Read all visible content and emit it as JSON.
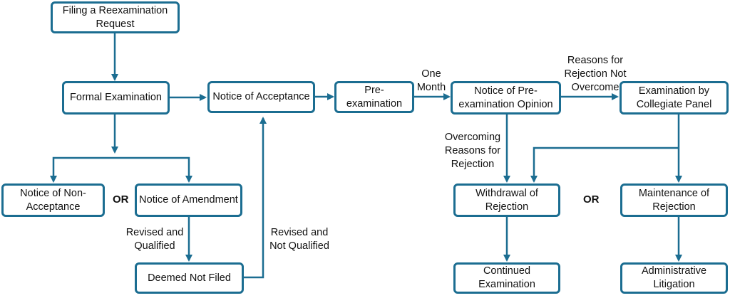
{
  "colors": {
    "stroke": "#1b6d91",
    "text": "#111111",
    "background": "#ffffff"
  },
  "nodes": {
    "filing": "Filing a Reexamination Request",
    "formal": "Formal Examination",
    "acceptance": "Notice of Acceptance",
    "preexam": "Pre-examination",
    "opinion": "Notice of Pre-examination Opinion",
    "collegiate": "Examination by Collegiate Panel",
    "non_acceptance": "Notice of Non-Acceptance",
    "amendment": "Notice of Amendment",
    "deemed": "Deemed Not Filed",
    "withdrawal": "Withdrawal of Rejection",
    "continued": "Continued Examination",
    "maintenance": "Maintenance of Rejection",
    "litigation": "Administrative Litigation"
  },
  "edge_labels": {
    "one_month": "One Month",
    "not_overcome": "Reasons for Rejection Not Overcome",
    "overcoming": "Overcoming Reasons for Rejection",
    "revised_qualified": "Revised and Qualified",
    "revised_not_qualified": "Revised and Not Qualified"
  },
  "or_labels": {
    "left": "OR",
    "right": "OR"
  }
}
